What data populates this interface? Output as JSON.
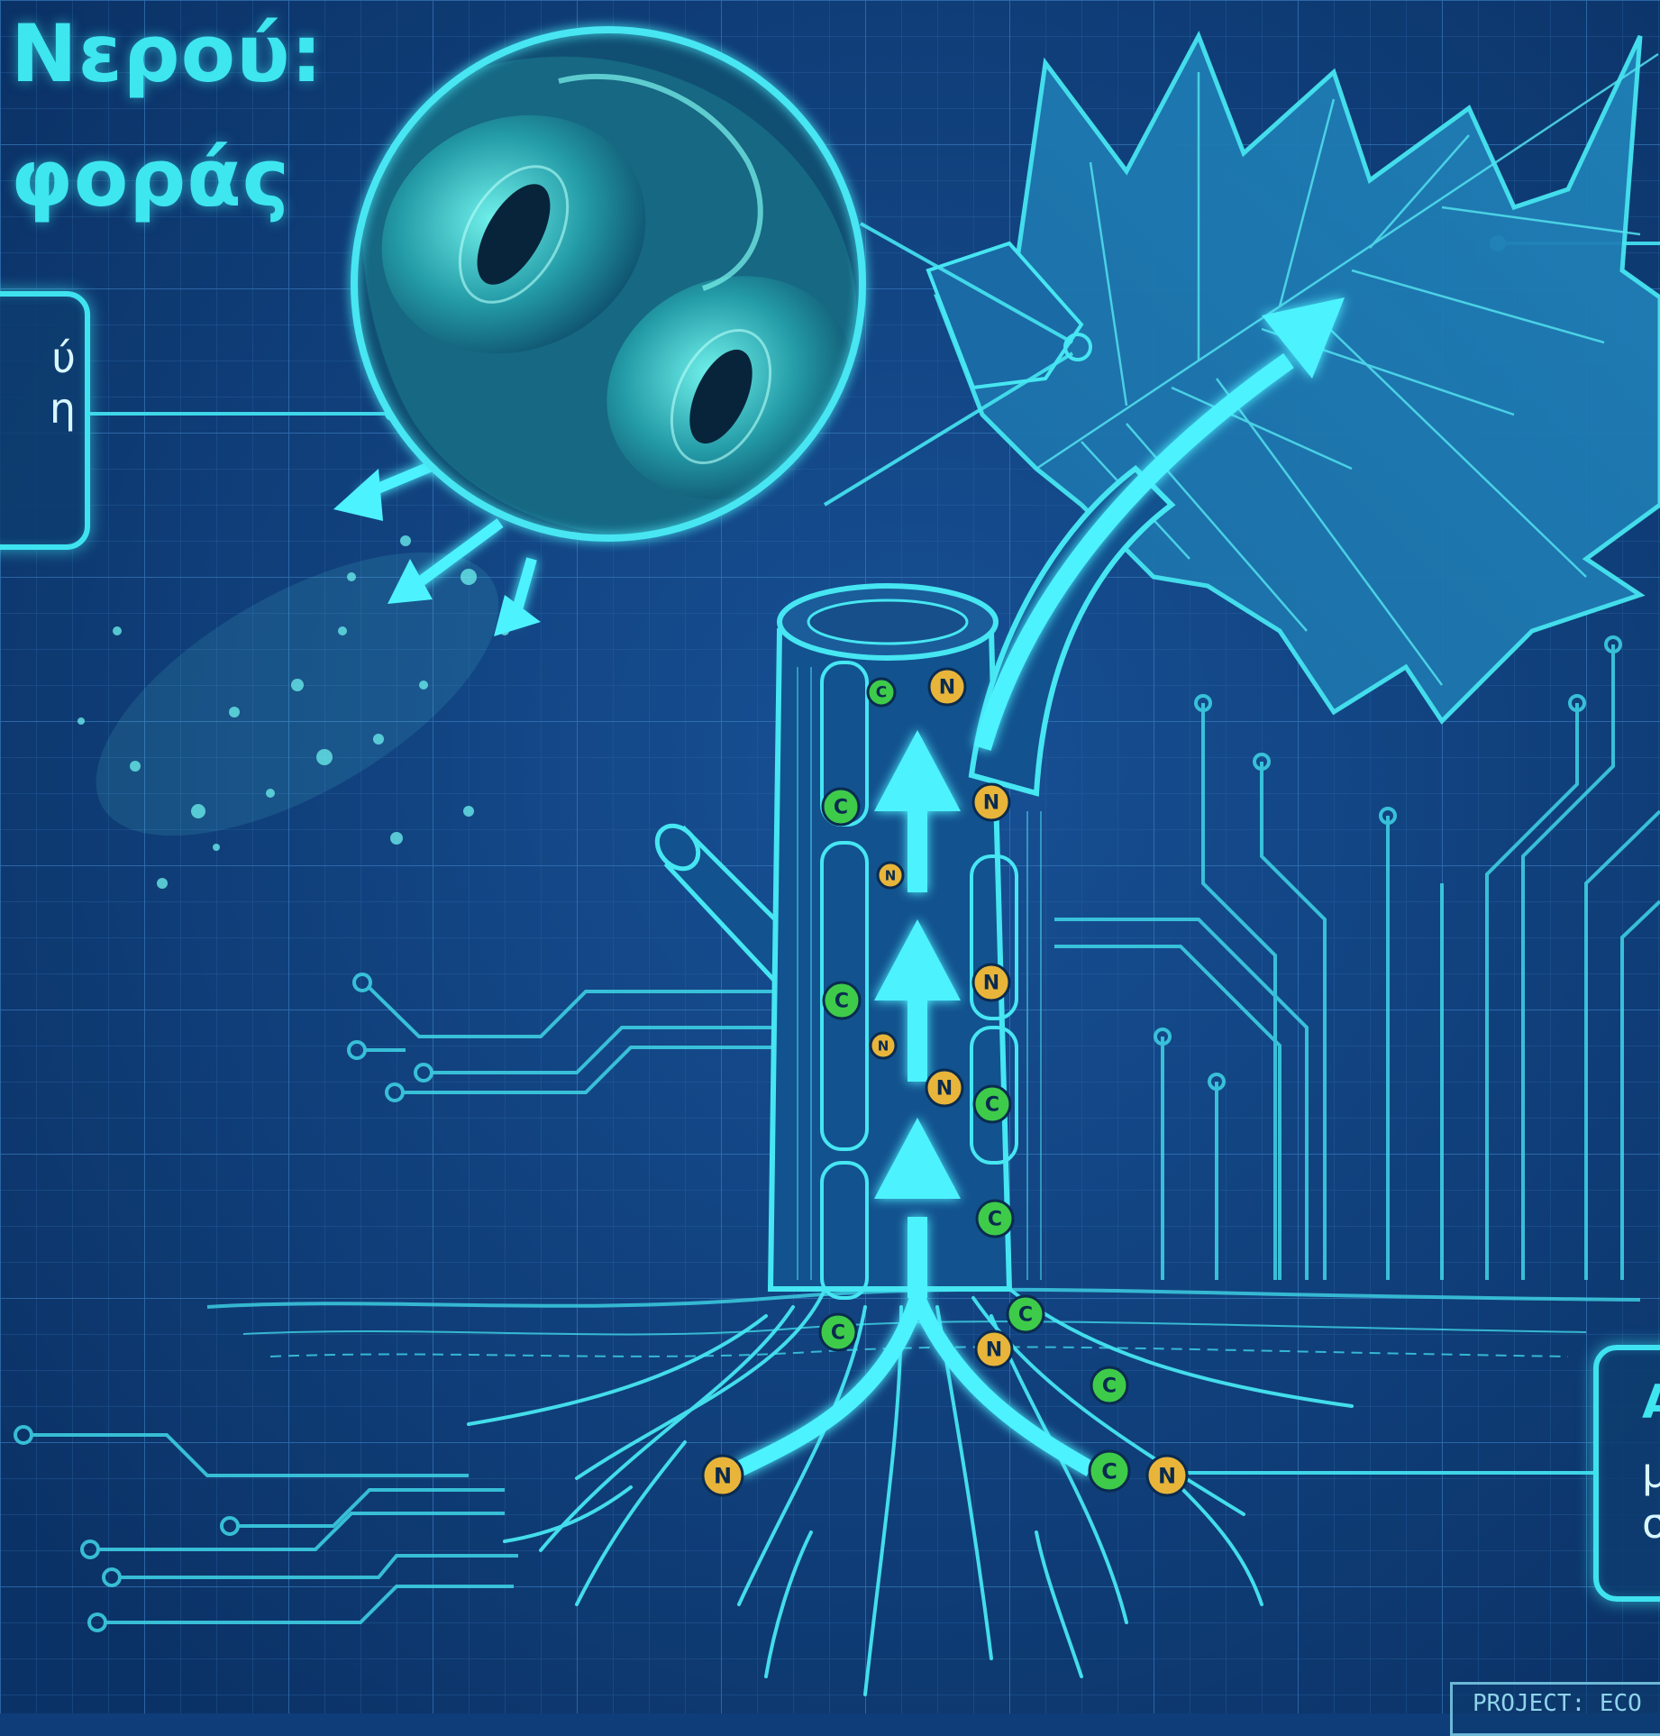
{
  "title": {
    "line1": "Νερού:",
    "line2": "φοράς"
  },
  "panels": {
    "left": {
      "lines": [
        "ύ",
        "η"
      ]
    },
    "right": {
      "heading": "Α",
      "lines": [
        "μ",
        "σ"
      ]
    }
  },
  "particles": {
    "nitrogen_symbol": "N",
    "carbon_symbol": "C"
  },
  "footer": {
    "project_label": "PROJECT: ECO"
  },
  "colors": {
    "background": "#0e3d7a",
    "grid": "#2f6fae",
    "glow": "#3fe3f0",
    "arrow": "#4df2ff",
    "nitrogen": "#e8b53a",
    "carbon": "#3ecb4a"
  },
  "icons": [
    "stomata-magnifier-icon",
    "leaf-icon",
    "stem-icon",
    "roots-icon",
    "circuit-trace-icon"
  ]
}
